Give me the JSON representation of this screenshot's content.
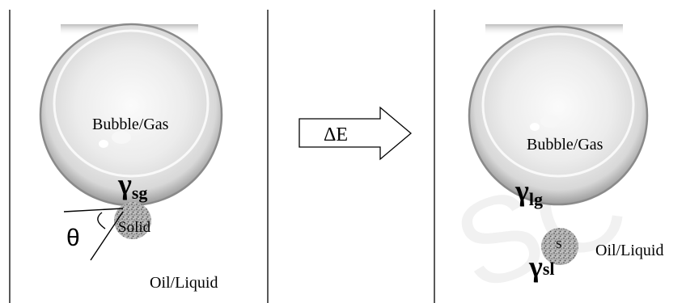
{
  "left_panel": {
    "bubble_label": "Bubble/Gas",
    "gamma_symbol": "γ",
    "gamma_subscript": "sg",
    "theta_symbol": "θ",
    "solid_label": "Solid",
    "liquid_label": "Oil/Liquid"
  },
  "arrow": {
    "label": "ΔE"
  },
  "right_panel": {
    "bubble_label": "Bubble/Gas",
    "gamma_lg_symbol": "γ",
    "gamma_lg_subscript": "lg",
    "solid_label": "S",
    "gamma_sl_symbol": "γ",
    "gamma_sl_subscript": "sl",
    "liquid_label": "Oil/Liquid"
  },
  "watermark": {
    "text": "SC",
    "color": "#f1f1f1"
  },
  "colors": {
    "line": "#000000",
    "bubble_rim": "#8a8a8a",
    "bubble_fill": "#e6e6e6",
    "particle": "#9a9a9a"
  }
}
